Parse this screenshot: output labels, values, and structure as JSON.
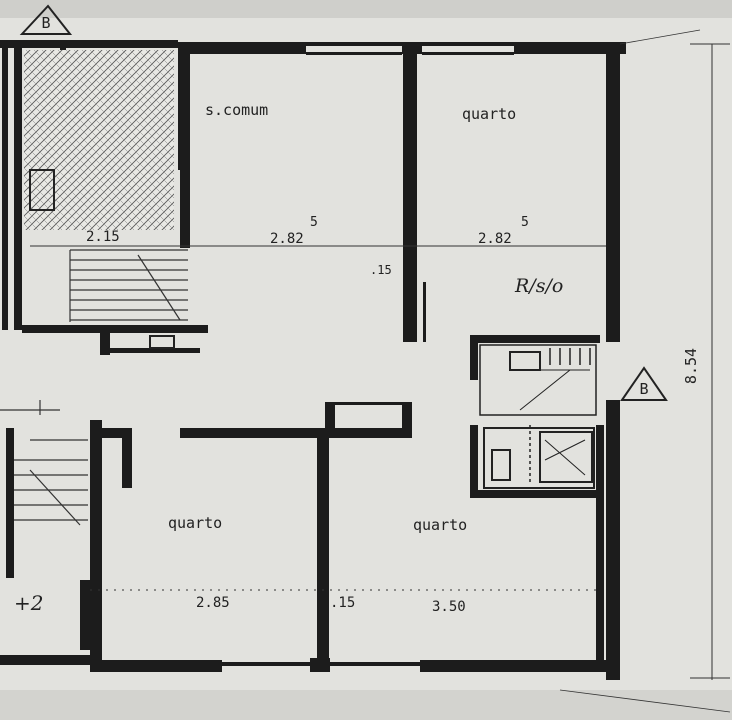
{
  "section_markers": {
    "top": "B",
    "right": "B"
  },
  "rooms": [
    {
      "name": "s.comum",
      "dimension": "2.82",
      "superscript": "5"
    },
    {
      "name": "quarto",
      "dimension": "2.82",
      "superscript": "5"
    },
    {
      "name": "quarto",
      "dimension": "2.85"
    },
    {
      "name": "quarto",
      "dimension": "3.50"
    }
  ],
  "stair_dimension": "2.15",
  "wall_thickness_labels": [
    ".15",
    ".15"
  ],
  "annotations": {
    "handwritten_label": "R/s/o",
    "margin_note": "+2"
  },
  "overall_dimension": "8.54"
}
